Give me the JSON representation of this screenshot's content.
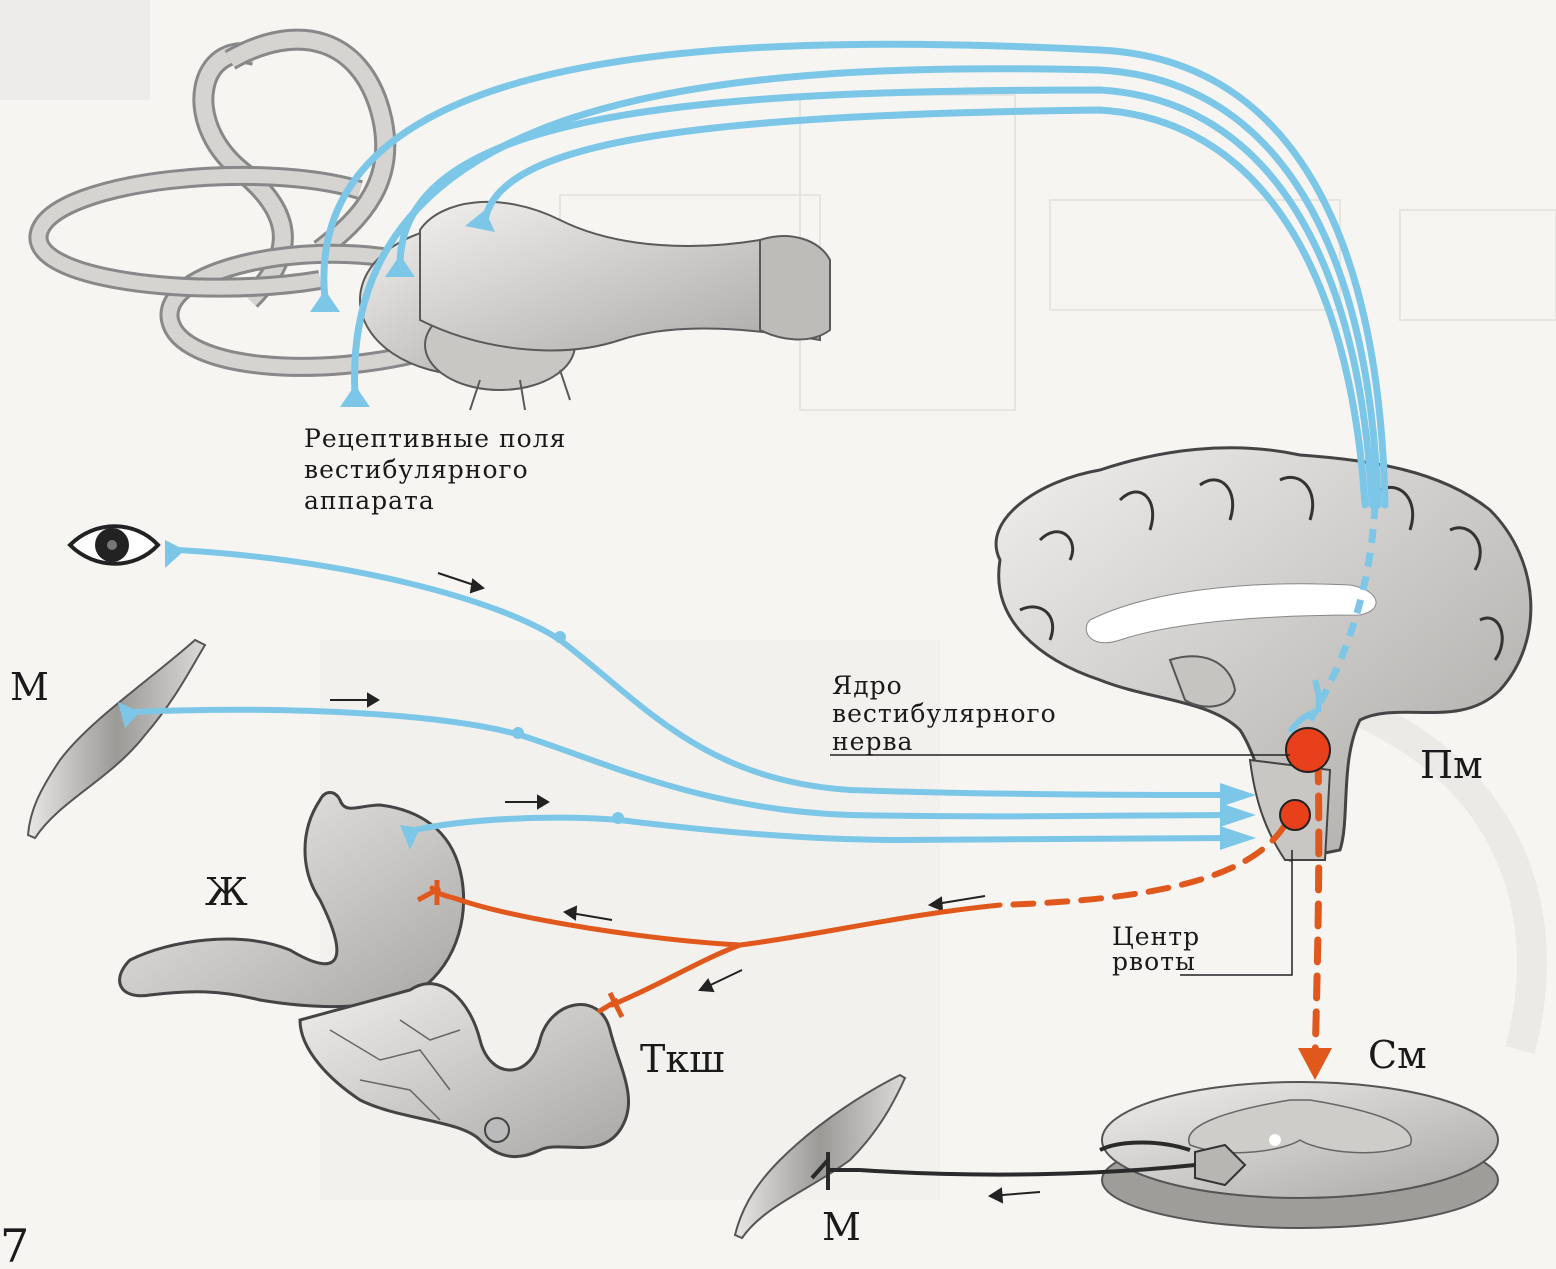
{
  "labels": {
    "receptive_fields": [
      "Рецептивные поля",
      "вестибулярного",
      "аппарата"
    ],
    "nucleus": [
      "Ядро",
      "вестибулярного",
      "нерва"
    ],
    "vomit_center": [
      "Центр",
      "рвоты"
    ],
    "muscle_top": "М",
    "stomach": "Ж",
    "intestine": "Ткш",
    "medulla": "Пм",
    "spinal_cord": "См",
    "muscle_bottom": "М",
    "page_number": "7"
  },
  "colors": {
    "afferent": "#7cc7e8",
    "efferent": "#e0581c",
    "motor": "#2a2a2a",
    "organ_fill": "#d9d7d4",
    "organ_stroke": "#555555",
    "nucleus_fill": "#e8401a"
  }
}
